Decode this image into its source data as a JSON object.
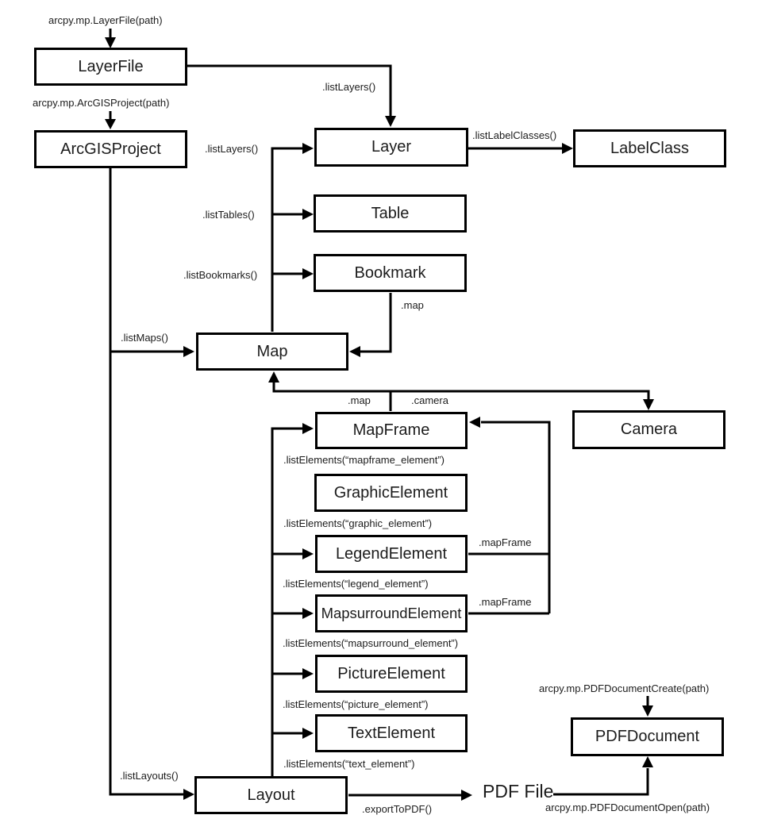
{
  "nodes": {
    "layer_file": "LayerFile",
    "arcgis_project": "ArcGISProject",
    "layer": "Layer",
    "label_class": "LabelClass",
    "table": "Table",
    "bookmark": "Bookmark",
    "map": "Map",
    "map_frame": "MapFrame",
    "camera": "Camera",
    "graphic_element": "GraphicElement",
    "legend_element": "LegendElement",
    "mapsurround_element": "MapsurroundElement",
    "picture_element": "PictureElement",
    "text_element": "TextElement",
    "layout": "Layout",
    "pdf_document": "PDFDocument",
    "pdf_file": "PDF File"
  },
  "labels": {
    "layerfile_create": "arcpy.mp.LayerFile(path)",
    "arcgisproject_create": "arcpy.mp.ArcGISProject(path)",
    "list_layers_from_layerfile": ".listLayers()",
    "list_layers_from_map": ".listLayers()",
    "list_label_classes": ".listLabelClasses()",
    "list_tables": ".listTables()",
    "list_bookmarks": ".listBookmarks()",
    "bookmark_map": ".map",
    "list_maps": ".listMaps()",
    "mapframe_map": ".map",
    "mapframe_camera": ".camera",
    "list_elements_mapframe": ".listElements(“mapframe_element”)",
    "list_elements_graphic": ".listElements(“graphic_element”)",
    "list_elements_legend": ".listElements(“legend_element”)",
    "list_elements_mapsurround": ".listElements(“mapsurround_element”)",
    "list_elements_picture": ".listElements(“picture_element”)",
    "list_elements_text": ".listElements(“text_element”)",
    "legend_mapframe": ".mapFrame",
    "mapsurround_mapframe": ".mapFrame",
    "list_layouts": ".listLayouts()",
    "export_to_pdf": ".exportToPDF()",
    "pdfdocument_create": "arcpy.mp.PDFDocumentCreate(path)",
    "pdfdocument_open": "arcpy.mp.PDFDocumentOpen(path)"
  },
  "colors": {
    "line": "#000000",
    "box_border": "#000000",
    "box_fill": "#ffffff",
    "text": "#1c1c1c",
    "background": "#ffffff"
  }
}
